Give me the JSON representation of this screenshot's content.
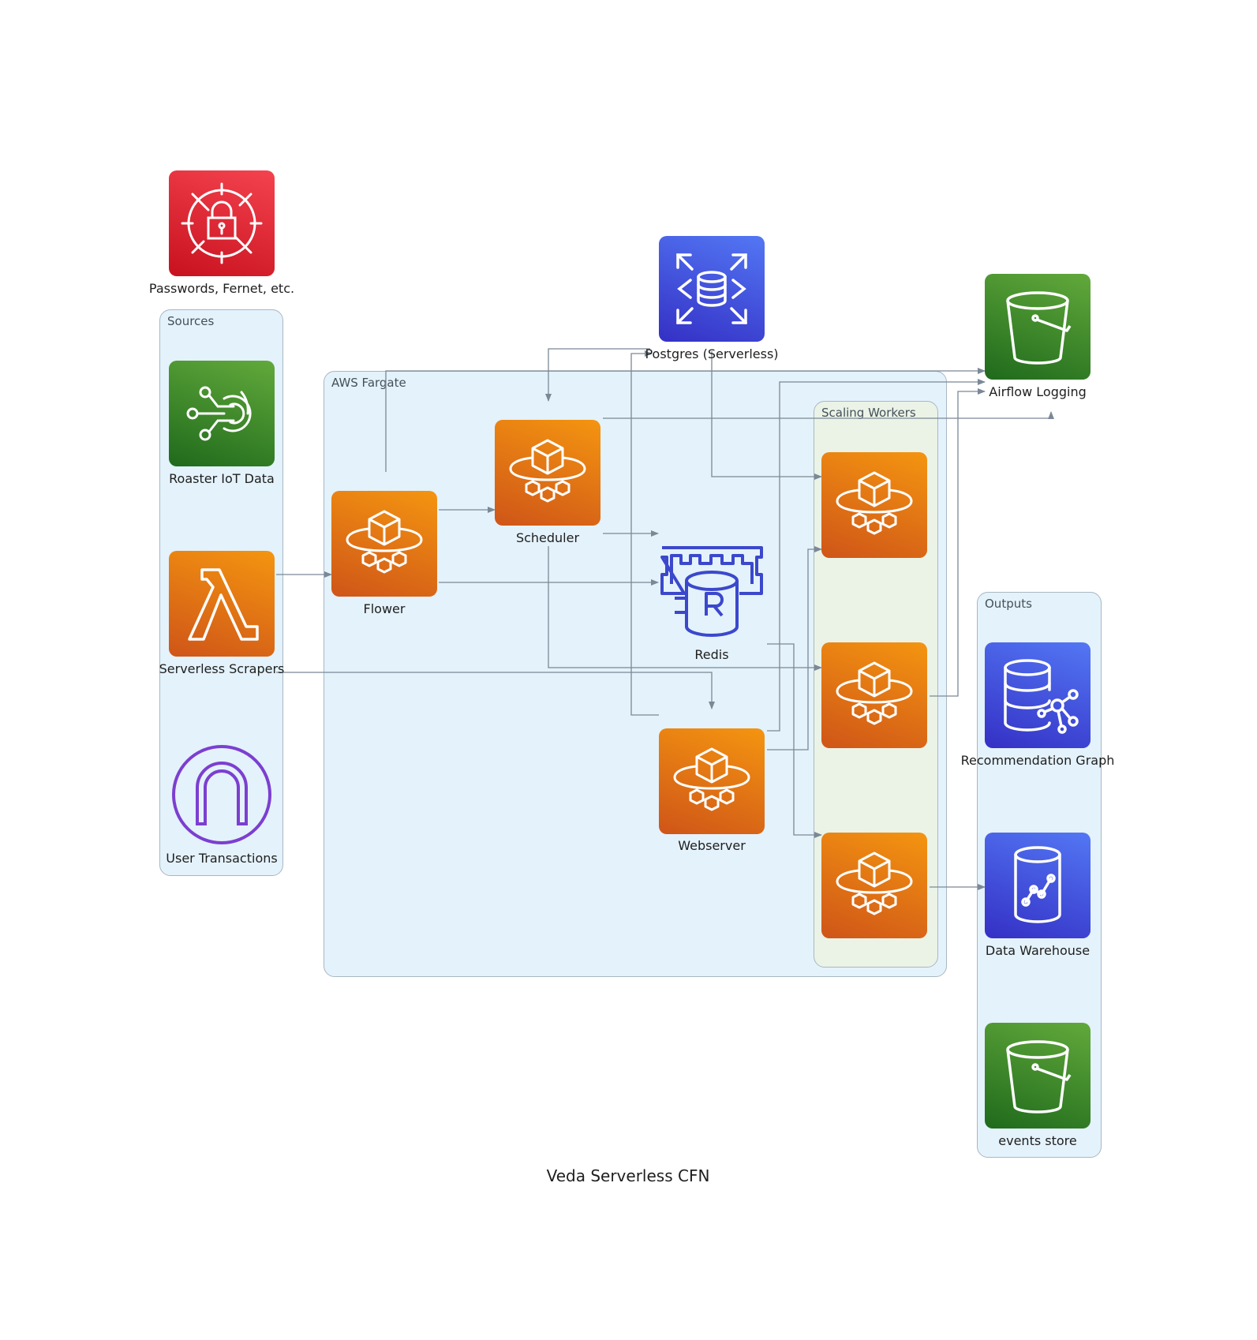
{
  "title": "Veda Serverless CFN",
  "clusters": {
    "sources": "Sources",
    "fargate": "AWS Fargate",
    "workers": "Scaling Workers",
    "outputs": "Outputs"
  },
  "nodes": {
    "secrets": "Passwords, Fernet, etc.",
    "roaster": "Roaster IoT Data",
    "scrapers": "Serverless Scrapers",
    "transactions": "User Transactions",
    "postgres": "Postgres (Serverless)",
    "logging": "Airflow Logging",
    "flower": "Flower",
    "scheduler": "Scheduler",
    "redis": "Redis",
    "webserver": "Webserver",
    "worker1": "",
    "worker2": "",
    "worker3": "",
    "graph": "Recommendation Graph",
    "warehouse": "Data Warehouse",
    "events": "events store"
  },
  "icons": {
    "secrets": "secrets-manager-icon",
    "roaster": "iot-core-icon",
    "scrapers": "lambda-icon",
    "transactions": "api-gateway-icon",
    "postgres": "rds-icon",
    "logging": "s3-bucket-icon",
    "fargate_tasks": "fargate-icon",
    "redis": "elasticache-redis-icon",
    "graph": "neptune-icon",
    "warehouse": "redshift-icon",
    "events": "s3-bucket-icon"
  },
  "colors": {
    "security": "#dd1c2a",
    "storage": "#3f8624",
    "compute": "#e56c13",
    "database": "#3b48cc",
    "networking": "#8c4fff",
    "edge": "#7b8896"
  }
}
